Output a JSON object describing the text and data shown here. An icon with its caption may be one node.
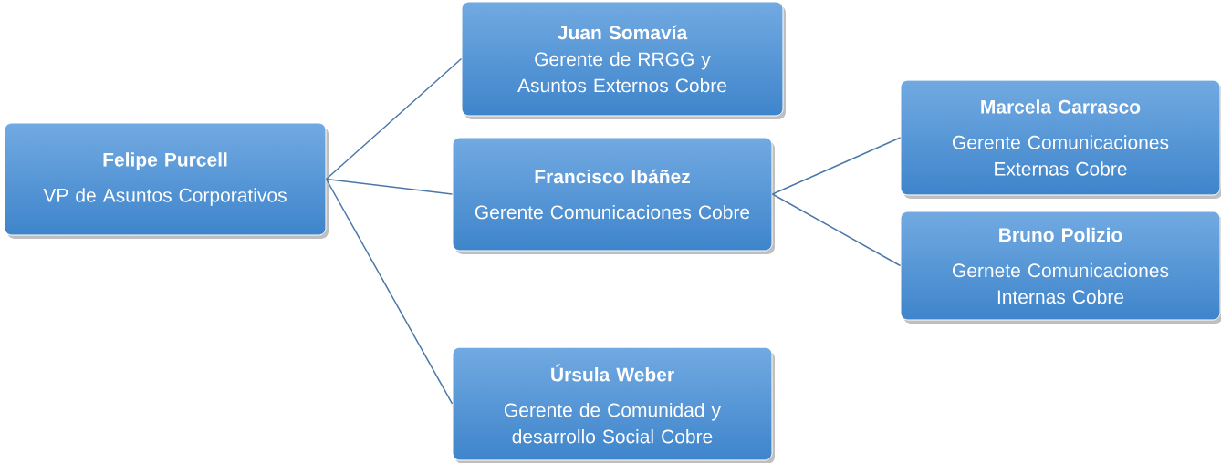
{
  "diagram": {
    "nodes": [
      {
        "text": [
          "Felipe Purcell",
          "VP de Asuntos Corporativos"
        ]
      },
      {
        "text": [
          "Juan Somavía",
          "Gerente de RRGG y Asuntos Externos Cobre"
        ]
      },
      {
        "text": [
          "Francisco Ibáñez",
          "Gerente Comunicaciones Cobre"
        ]
      },
      {
        "text": [
          "Marcela Carrasco",
          "Gerente Comunicaciones Externas Cobre"
        ]
      },
      {
        "text": [
          "Bruno Polizio",
          "Gernete Comunicaciones Internas Cobre"
        ]
      },
      {
        "text": [
          "Úrsula Weber",
          "Gerente de Comunidad y desarrollo Social Cobre"
        ]
      }
    ],
    "edges": [
      {
        "from": 0,
        "to": 1,
        "arrow": "none"
      },
      {
        "from": 0,
        "to": 2,
        "arrow": "none"
      },
      {
        "from": 0,
        "to": 5,
        "arrow": "none"
      },
      {
        "from": 2,
        "to": 3,
        "arrow": "none"
      },
      {
        "from": 2,
        "to": 4,
        "arrow": "none"
      }
    ]
  }
}
